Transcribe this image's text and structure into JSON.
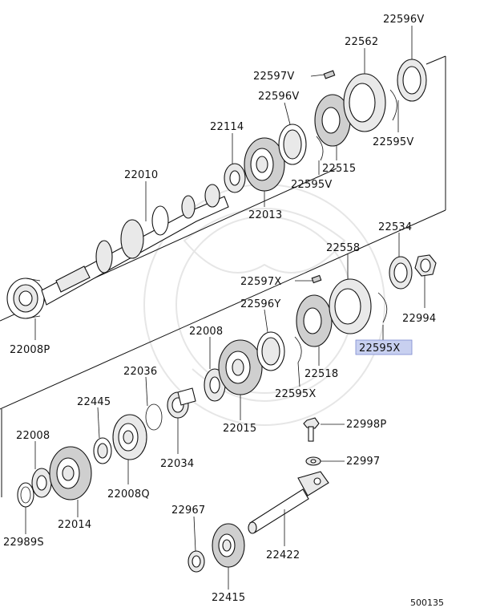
{
  "diagram": {
    "figure_number": "500135",
    "highlighted_part": "22595X",
    "highlight_color": "#c8d0f0",
    "parts": {
      "p22596V_top": "22596V",
      "p22562": "22562",
      "p22597V": "22597V",
      "p22596V_mid": "22596V",
      "p22595V_right": "22595V",
      "p22114": "22114",
      "p22515": "22515",
      "p22010": "22010",
      "p22595V_left": "22595V",
      "p22013": "22013",
      "p22534": "22534",
      "p22558": "22558",
      "p22597X": "22597X",
      "p22994": "22994",
      "p22596Y": "22596Y",
      "p22008P": "22008P",
      "p22008_upper": "22008",
      "p22595X": "22595X",
      "p22036": "22036",
      "p22518": "22518",
      "p22445": "22445",
      "p22595X_lower": "22595X",
      "p22015": "22015",
      "p22998P": "22998P",
      "p22008_lower": "22008",
      "p22034": "22034",
      "p22997": "22997",
      "p22008Q": "22008Q",
      "p22014": "22014",
      "p22967": "22967",
      "p22989S": "22989S",
      "p22422": "22422",
      "p22415": "22415"
    }
  }
}
